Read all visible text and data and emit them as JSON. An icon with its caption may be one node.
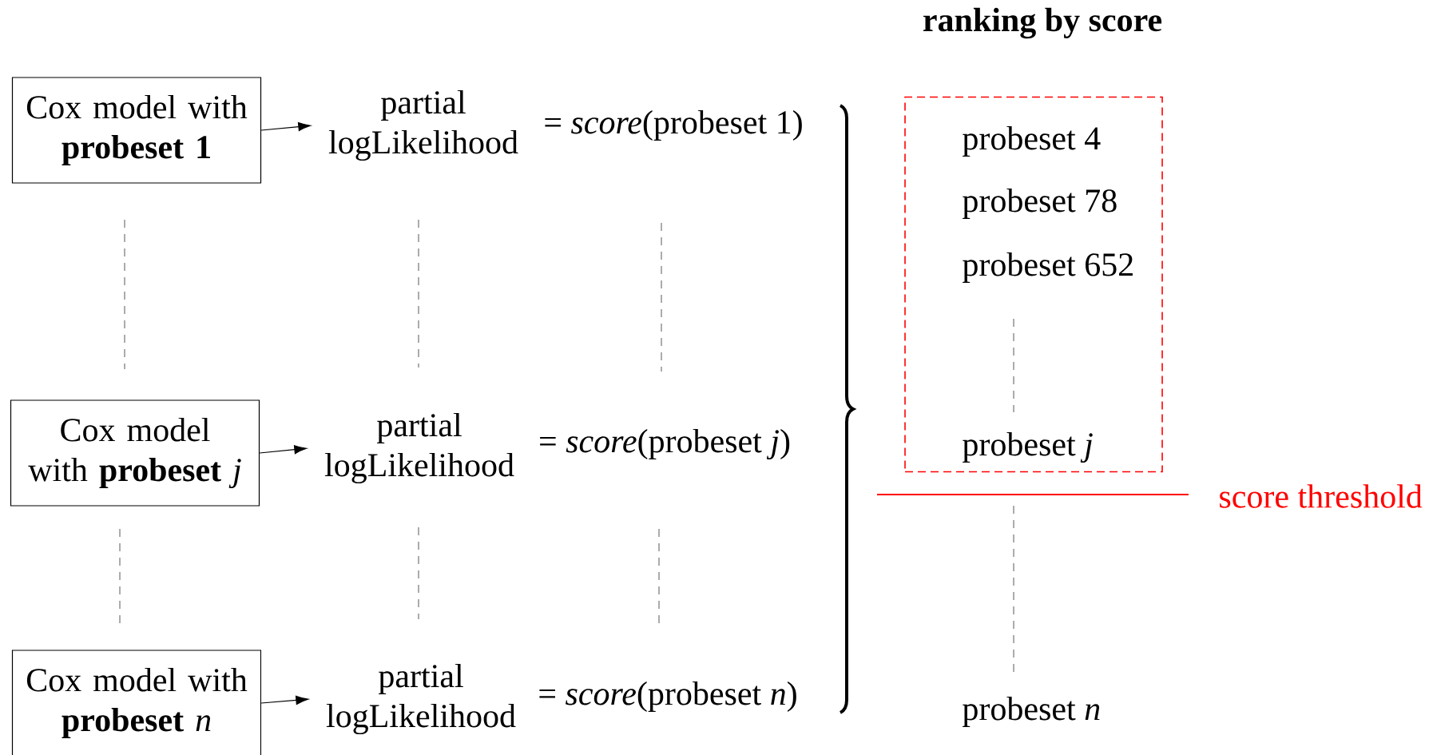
{
  "diagram": {
    "title": "ranking by score",
    "nodes": [
      {
        "text": [
          "Cox model with **probeset 1**"
        ]
      },
      {
        "text": [
          "partial logLikelihood"
        ]
      },
      {
        "text": [
          "Cox model with **probeset** *j*"
        ]
      },
      {
        "text": [
          "partial logLikelihood"
        ]
      },
      {
        "text": [
          "Cox model with **probeset** *n*"
        ]
      },
      {
        "text": [
          "partial logLikelihood"
        ]
      },
      {
        "text": [
          "probeset 4",
          "probeset 78",
          "probeset 652",
          "probeset *j*"
        ]
      }
    ],
    "edges": [
      {
        "from": 0,
        "to": 1,
        "arrow": "to"
      },
      {
        "from": 2,
        "to": 3,
        "arrow": "to"
      },
      {
        "from": 4,
        "to": 5,
        "arrow": "to"
      }
    ],
    "labels": [
      "= *score*(probeset 1)",
      "= *score*(probeset *j*)",
      "= *score*(probeset *n*)",
      "score threshold",
      "probeset *n*"
    ]
  }
}
